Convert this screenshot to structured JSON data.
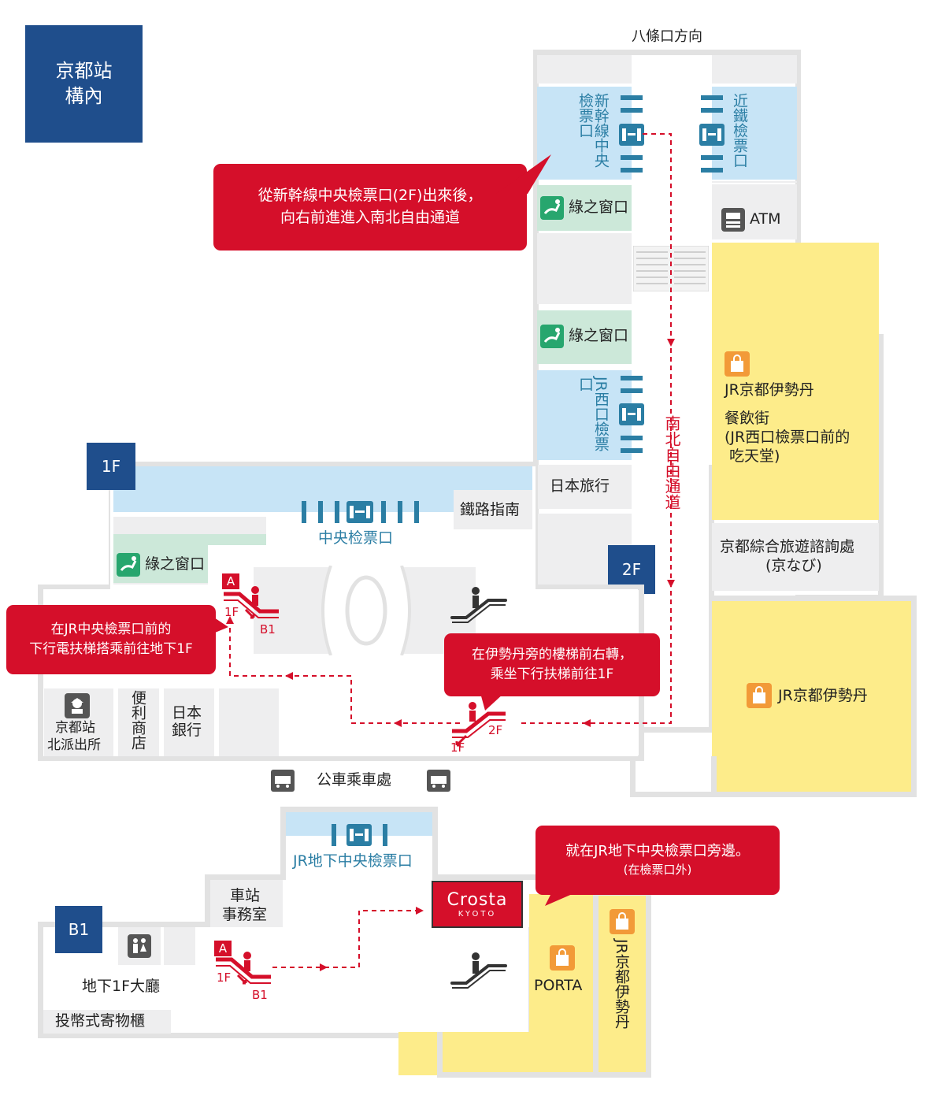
{
  "title": {
    "line1": "京都站",
    "line2": "構內"
  },
  "top_direction": "八條口方向",
  "floors": {
    "f1": "1F",
    "f2": "2F",
    "b1": "B1"
  },
  "gates": {
    "shinkansen_central": "新幹線中央檢票口",
    "kintetsu": "近鐵檢票口",
    "jr_west": "JR西口檢票口",
    "central": "中央检票口",
    "jr_underground_central": "JR地下中央檢票口"
  },
  "places": {
    "midori_window": "綠之窗口",
    "atm": "ATM",
    "jr_isetan_restaurants": {
      "line1": "JR京都伊勢丹",
      "line2": "餐飲街",
      "line3": "(JR西口檢票口前的",
      "line4": "吃天堂)"
    },
    "nihon_ryoko": "日本旅行",
    "railway_guide": "鐵路指南",
    "tourist_info": {
      "line1": "京都綜合旅遊諮詢處",
      "line2": "(京なび)"
    },
    "jr_isetan": "JR京都伊勢丹",
    "police": {
      "line1": "京都站",
      "line2": "北派出所"
    },
    "convenience_store": "便利商店",
    "bank": {
      "line1": "日本",
      "line2": "銀行"
    },
    "bus_stop": "公車乘車處",
    "station_office": {
      "line1": "車站",
      "line2": "事務室"
    },
    "b1_hall": "地下1F大廳",
    "coin_lockers": "投幣式寄物櫃",
    "porta": "PORTA",
    "crosta": {
      "main": "Crosta",
      "sub": "KYOTO"
    },
    "jr_isetan_vertical": "JR京都伊勢丹"
  },
  "route": {
    "north_south_passage": "南北自由通道"
  },
  "escalator_labels": {
    "a": "A",
    "f1": "1F",
    "b1": "B1",
    "f2": "2F"
  },
  "callouts": {
    "shinkansen": {
      "line1": "從新幹線中央檢票口(2F)出來後，",
      "line2": "向右前進進入南北自由通道"
    },
    "central_escalator": {
      "line1": "在JR中央檢票口前的",
      "line2": "下行電扶梯搭乘前往地下1F"
    },
    "isetan_stairs": {
      "line1": "在伊勢丹旁的樓梯前右轉，",
      "line2": "乘坐下行扶梯前往1F"
    },
    "underground": {
      "line1": "就在JR地下中央檢票口旁邊。",
      "line2": "(在檢票口外)"
    }
  },
  "colors": {
    "floor_badge": "#1f4e8c",
    "callout": "#d50f2a",
    "gate_blue": "#2b7ea4",
    "midori_green": "#27a66e",
    "shop_orange": "#f29a38",
    "yellow_area": "#fdec8a",
    "light_blue_area": "#c7e4f6"
  },
  "icons": [
    "ticket-gate-icon",
    "midori-window-icon",
    "atm-icon",
    "shopping-bag-icon",
    "escalator-icon",
    "bus-icon",
    "police-icon",
    "restroom-icon"
  ]
}
